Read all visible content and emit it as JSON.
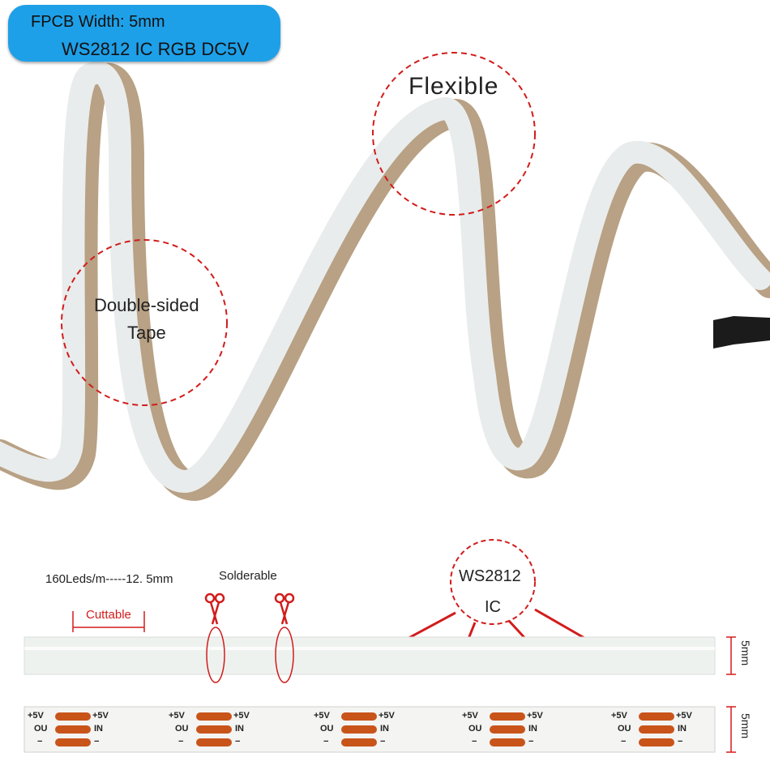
{
  "badge": {
    "line1": "FPCB Width: 5mm",
    "line2": "WS2812 IC RGB DC5V"
  },
  "callouts": {
    "flexible": "Flexible",
    "tape_line1": "Double-sided",
    "tape_line2": "Tape",
    "leds_per_meter": "160Leds/m-----12. 5mm",
    "solderable": "Solderable",
    "cuttable": "Cuttable",
    "ic_line1": "WS2812",
    "ic_line2": "IC"
  },
  "dimension": {
    "label_top": "5mm",
    "label_bottom": "5mm"
  },
  "pads": {
    "plus5v": "+5V",
    "ou": "OU",
    "in": "IN",
    "minus": "−"
  },
  "colors": {
    "badge": "#1ea0e8",
    "accent": "#d21c1c",
    "strip": "#eef2ef",
    "tape": "#b8a184",
    "pad": "#c8541a"
  }
}
